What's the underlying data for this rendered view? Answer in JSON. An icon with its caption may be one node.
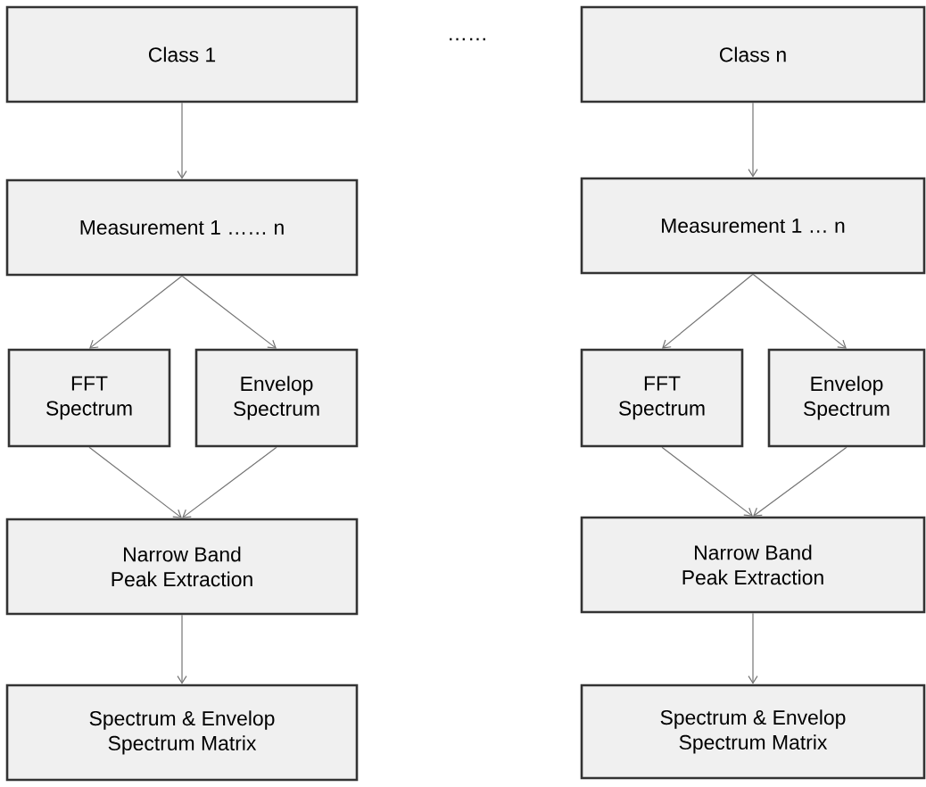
{
  "diagram": {
    "nodes": [
      {
        "text": [
          "Class 1"
        ]
      },
      {
        "text": [
          "Measurement 1 …… n"
        ]
      },
      {
        "text": [
          "FFT Spectrum"
        ]
      },
      {
        "text": [
          "Envelop Spectrum"
        ]
      },
      {
        "text": [
          "Narrow Band Peak Extraction"
        ]
      },
      {
        "text": [
          "Spectrum & Envelop Spectrum Matrix"
        ]
      },
      {
        "text": [
          "Class n"
        ]
      },
      {
        "text": [
          "Measurement 1 … n"
        ]
      },
      {
        "text": [
          "FFT Spectrum"
        ]
      },
      {
        "text": [
          "Envelop Spectrum"
        ]
      },
      {
        "text": [
          "Narrow Band Peak Extraction"
        ]
      },
      {
        "text": [
          "Spectrum & Envelop Spectrum Matrix"
        ]
      }
    ],
    "edges": [
      {
        "from": 0,
        "to": 1,
        "arrow": "to"
      },
      {
        "from": 1,
        "to": 2,
        "arrow": "to"
      },
      {
        "from": 1,
        "to": 3,
        "arrow": "to"
      },
      {
        "from": 2,
        "to": 4,
        "arrow": "to"
      },
      {
        "from": 3,
        "to": 4,
        "arrow": "to"
      },
      {
        "from": 4,
        "to": 5,
        "arrow": "to"
      },
      {
        "from": 6,
        "to": 7,
        "arrow": "to"
      },
      {
        "from": 7,
        "to": 8,
        "arrow": "to"
      },
      {
        "from": 7,
        "to": 9,
        "arrow": "to"
      },
      {
        "from": 8,
        "to": 10,
        "arrow": "to"
      },
      {
        "from": 9,
        "to": 10,
        "arrow": "to"
      },
      {
        "from": 10,
        "to": 11,
        "arrow": "to"
      }
    ],
    "labels": [
      "……"
    ]
  }
}
